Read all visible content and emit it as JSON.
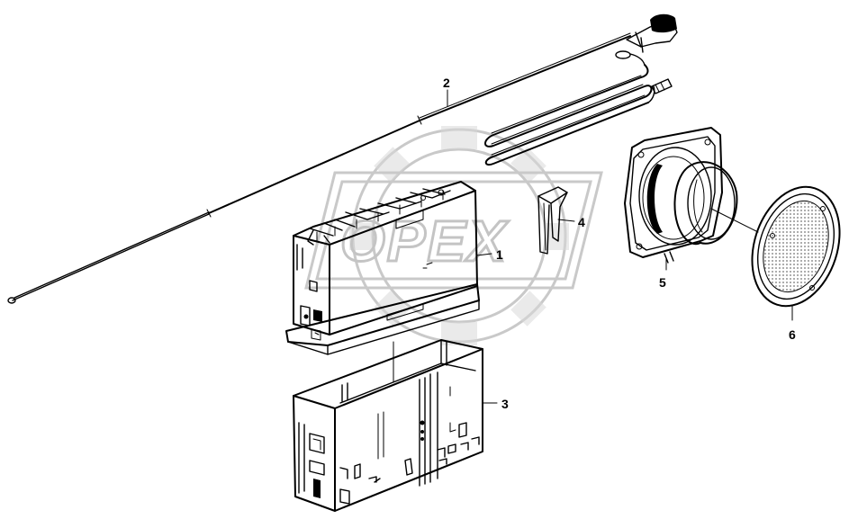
{
  "diagram": {
    "watermark_text": "OPEX",
    "callouts": [
      {
        "id": "1",
        "label": "1",
        "part": "radio-unit"
      },
      {
        "id": "2",
        "label": "2",
        "part": "antenna"
      },
      {
        "id": "3",
        "label": "3",
        "part": "mounting-frame"
      },
      {
        "id": "4",
        "label": "4",
        "part": "removal-key"
      },
      {
        "id": "5",
        "label": "5",
        "part": "speaker"
      },
      {
        "id": "6",
        "label": "6",
        "part": "speaker-grille"
      }
    ],
    "colors": {
      "line": "#000000",
      "watermark": "#c9c9c9",
      "background": "#ffffff"
    }
  }
}
